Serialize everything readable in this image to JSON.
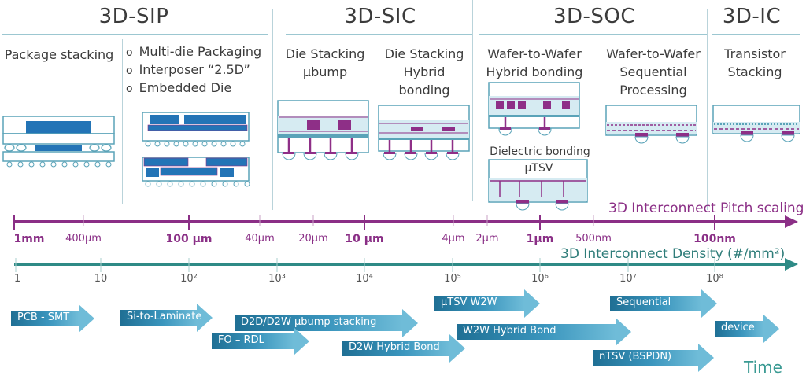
{
  "categories": [
    {
      "title": "3D-SIP",
      "subsections": [
        {
          "label": "Package stacking"
        },
        {
          "bullets": [
            "Multi-die Packaging",
            "Interposer “2.5D”",
            "Embedded Die"
          ]
        }
      ]
    },
    {
      "title": "3D-SIC",
      "subsections": [
        {
          "label_lines": [
            "Die Stacking",
            "µbump"
          ]
        },
        {
          "label_lines": [
            "Die Stacking",
            "Hybrid",
            "bonding"
          ]
        }
      ]
    },
    {
      "title": "3D-SOC",
      "subsections": [
        {
          "label_lines": [
            "Wafer-to-Wafer",
            "Hybrid bonding"
          ],
          "extra_label": "Dielectric bonding",
          "extra_sub": "µTSV"
        },
        {
          "label_lines": [
            "Wafer-to-Wafer",
            "Sequential",
            "Processing"
          ]
        }
      ]
    },
    {
      "title": "3D-IC",
      "subsections": [
        {
          "label_lines": [
            "Transistor",
            "Stacking"
          ]
        }
      ]
    }
  ],
  "pitch_axis": {
    "title": "3D Interconnect Pitch scaling",
    "color": "#8b2f86",
    "ticks": [
      {
        "label": "1mm",
        "bold": true
      },
      {
        "label": "400µm",
        "bold": false
      },
      {
        "label": "100 µm",
        "bold": true
      },
      {
        "label": "40µm",
        "bold": false
      },
      {
        "label": "20µm",
        "bold": false
      },
      {
        "label": "10 µm",
        "bold": true
      },
      {
        "label": "4µm",
        "bold": false
      },
      {
        "label": "2µm",
        "bold": false
      },
      {
        "label": "1µm",
        "bold": true
      },
      {
        "label": "500nm",
        "bold": false
      },
      {
        "label": "100nm",
        "bold": true
      }
    ]
  },
  "density_axis": {
    "title": "3D Interconnect Density (#/mm²)",
    "color": "#2e8a86",
    "ticks": [
      "1",
      "10",
      "10²",
      "10³",
      "10⁴",
      "10⁵",
      "10⁶",
      "10⁷",
      "10⁸"
    ]
  },
  "timeline": {
    "time_label": "Time",
    "arrows": [
      {
        "label": "PCB - SMT"
      },
      {
        "label": "Si-to-Laminate"
      },
      {
        "label": "D2D/D2W µbump stacking"
      },
      {
        "label": "FO – RDL"
      },
      {
        "label": "D2W Hybrid Bond"
      },
      {
        "label": "µTSV  W2W"
      },
      {
        "label": "W2W Hybrid Bond"
      },
      {
        "label": "Sequential"
      },
      {
        "label": "nTSV (BSPDN)"
      },
      {
        "label": "device"
      }
    ]
  }
}
